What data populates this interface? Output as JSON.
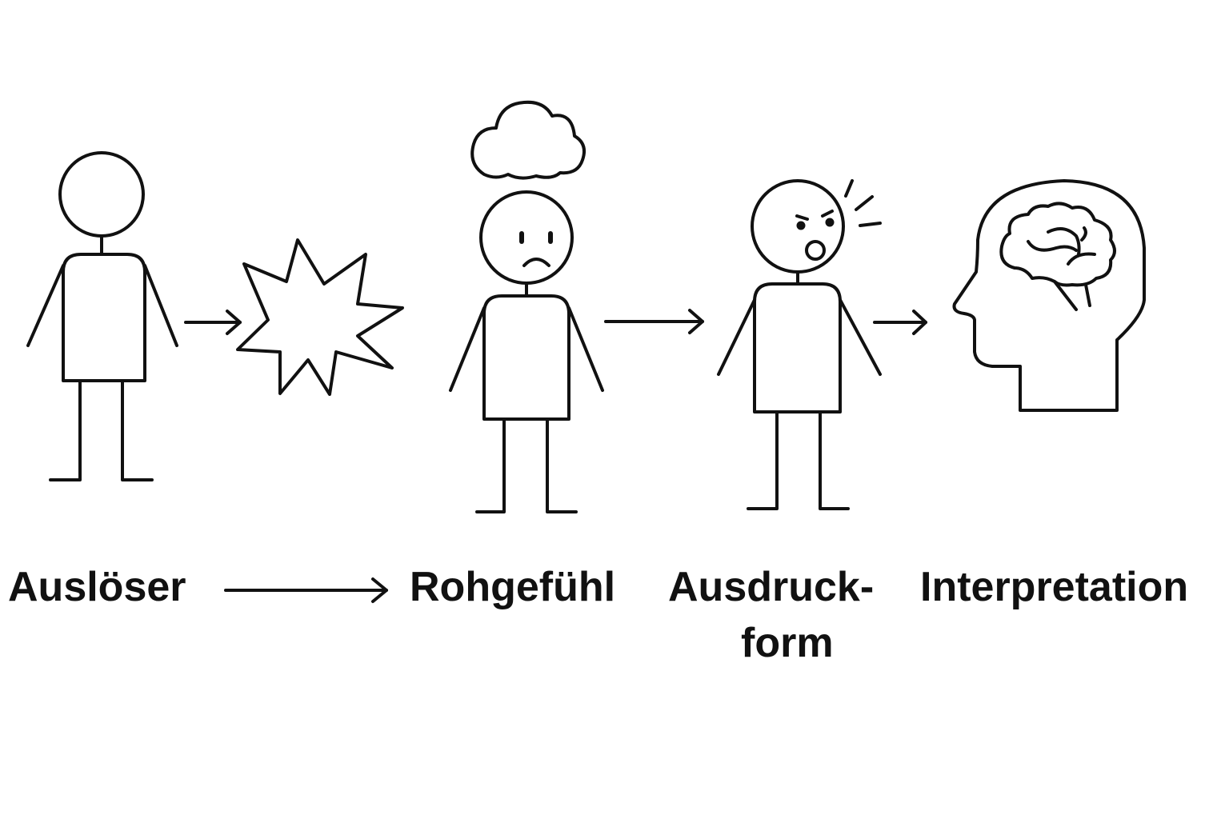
{
  "labels": {
    "trigger": "Auslöser",
    "raw_feeling": "Rohgefühl",
    "expression_line1": "Ausdruck-",
    "expression_line2": "form",
    "interpretation": "Interpretation"
  },
  "colors": {
    "stroke": "#111111",
    "background": "#ffffff"
  }
}
